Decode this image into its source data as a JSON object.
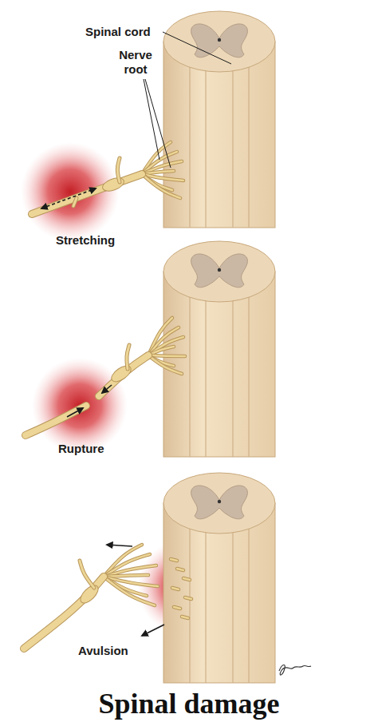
{
  "diagram": {
    "title": "Spinal damage",
    "labels": [
      "Spinal cord",
      "Nerve root",
      "Stretching",
      "Rupture",
      "Avulsion"
    ]
  }
}
